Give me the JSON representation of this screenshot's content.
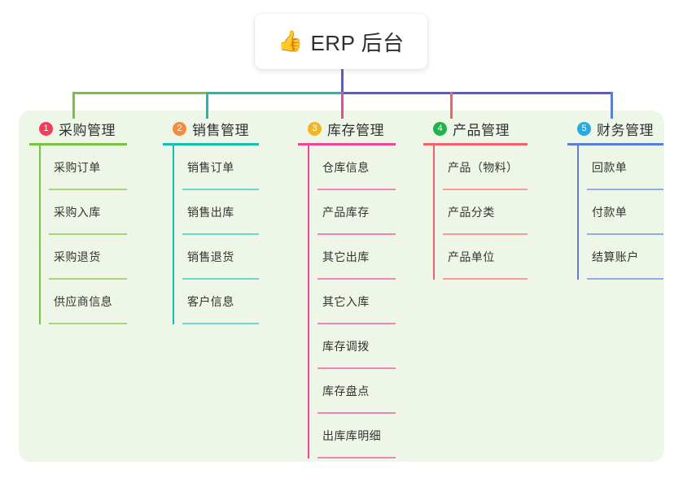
{
  "root": {
    "icon": "thumbs-up-icon",
    "icon_glyph": "👍",
    "title": "ERP 后台"
  },
  "panel": {
    "background_color": "#eef7e7"
  },
  "connectors": {
    "trunk_color": "#5a5fc7",
    "bar_left_color": "#7ac143",
    "bar_mid_color": "#17bdad",
    "bar_right_color": "#5a5fc7"
  },
  "columns": [
    {
      "number": "1",
      "badge_color": "#ef3e5c",
      "line_color": "#7ac143",
      "item_line_color": "#a8d47e",
      "title": "采购管理",
      "items": [
        "采购订单",
        "采购入库",
        "采购退货",
        "供应商信息"
      ]
    },
    {
      "number": "2",
      "badge_color": "#f58b3c",
      "line_color": "#17bdad",
      "item_line_color": "#6fd5cb",
      "title": "销售管理",
      "items": [
        "销售订单",
        "销售出库",
        "销售退货",
        "客户信息"
      ]
    },
    {
      "number": "3",
      "badge_color": "#f5b520",
      "line_color": "#ec4899",
      "item_line_color": "#ef84b8",
      "title": "库存管理",
      "items": [
        "仓库信息",
        "产品库存",
        "其它出库",
        "其它入库",
        "库存调拨",
        "库存盘点",
        "出库库明细"
      ]
    },
    {
      "number": "4",
      "badge_color": "#22b14c",
      "line_color": "#f4616a",
      "item_line_color": "#f79a9e",
      "title": "产品管理",
      "items": [
        "产品（物料）",
        "产品分类",
        "产品单位"
      ]
    },
    {
      "number": "5",
      "badge_color": "#29a9e0",
      "line_color": "#5a7fd6",
      "item_line_color": "#93aee4",
      "title": "财务管理",
      "items": [
        "回款单",
        "付款单",
        "结算账户"
      ]
    }
  ]
}
